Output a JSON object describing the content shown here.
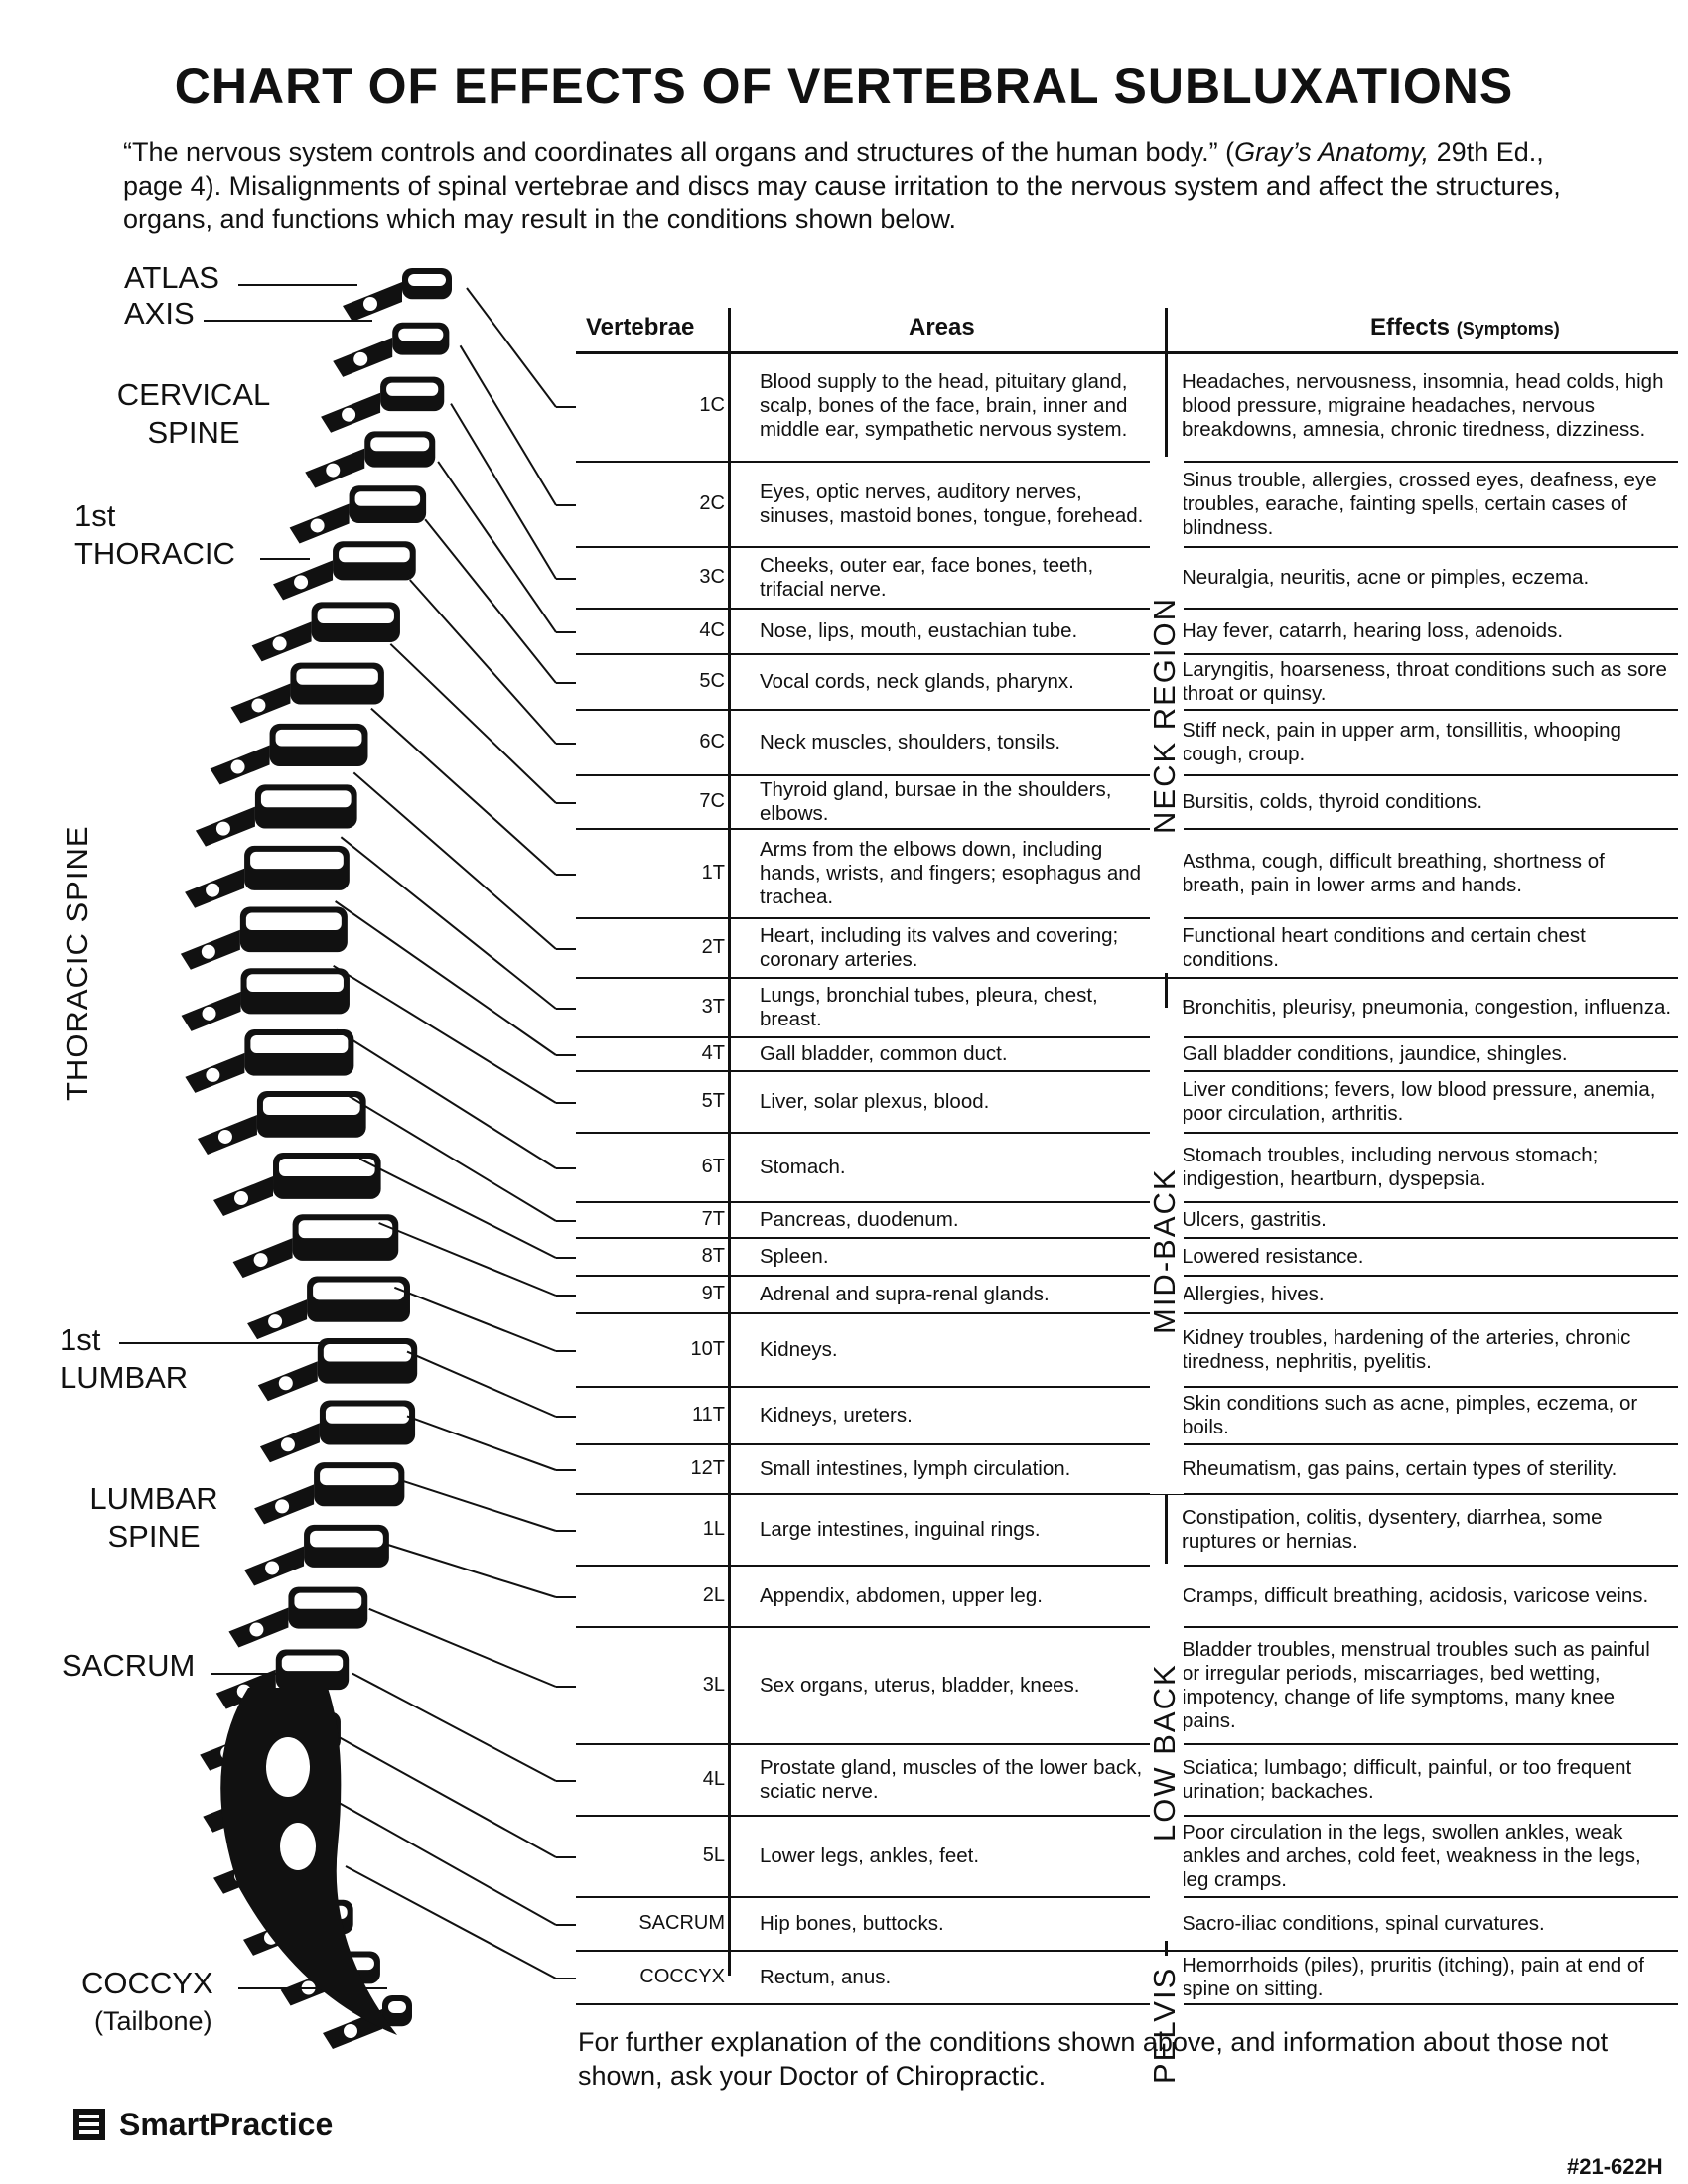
{
  "title": "CHART OF EFFECTS OF VERTEBRAL SUBLUXATIONS",
  "intro": {
    "quote": "“The nervous system controls and coordinates all organs and structures of the human body.”",
    "ref_open": " (",
    "ref_book": "Gray’s Anatomy,",
    "ref_rest": " 29th Ed., page 4). Misalignments of spinal vertebrae and discs may cause irritation to the nervous system and affect the structures, organs, and functions which may result in the conditions shown below."
  },
  "spine_labels": {
    "atlas": "ATLAS",
    "axis": "AXIS",
    "cervical_1": "CERVICAL",
    "cervical_2": "SPINE",
    "first_thoracic_1": "1st",
    "first_thoracic_2": "THORACIC",
    "thoracic_spine": "THORACIC SPINE",
    "first_lumbar_1": "1st",
    "first_lumbar_2": "LUMBAR",
    "lumbar_1": "LUMBAR",
    "lumbar_2": "SPINE",
    "sacrum": "SACRUM",
    "coccyx": "COCCYX",
    "tailbone": "(Tailbone)"
  },
  "table": {
    "headers": {
      "vertebrae": "Vertebrae",
      "areas": "Areas",
      "effects": "Effects",
      "effects_sub": "(Symptoms)"
    },
    "regions": {
      "neck": "NECK REGION",
      "mid": "MID-BACK",
      "low": "LOW BACK",
      "pelvis": "PELVIS"
    },
    "rows": [
      {
        "v": "1C",
        "area": "Blood supply to the head, pituitary gland, scalp, bones of the face, brain, inner and middle ear, sympathetic nervous system.",
        "effect": "Headaches, nervousness, insomnia, head colds, high blood pressure, migraine headaches, nervous breakdowns, amnesia, chronic tiredness, dizziness."
      },
      {
        "v": "2C",
        "area": "Eyes, optic nerves, auditory nerves, sinuses, mastoid bones, tongue, forehead.",
        "effect": "Sinus trouble, allergies, crossed eyes, deafness, eye troubles, earache, fainting spells, certain cases of blindness."
      },
      {
        "v": "3C",
        "area": "Cheeks, outer ear, face bones, teeth, trifacial nerve.",
        "effect": "Neuralgia, neuritis, acne or pimples, eczema."
      },
      {
        "v": "4C",
        "area": "Nose, lips, mouth, eustachian tube.",
        "effect": "Hay fever, catarrh, hearing loss, adenoids."
      },
      {
        "v": "5C",
        "area": "Vocal cords, neck glands, pharynx.",
        "effect": "Laryngitis, hoarseness, throat conditions such as sore throat or quinsy."
      },
      {
        "v": "6C",
        "area": "Neck muscles, shoulders, tonsils.",
        "effect": "Stiff neck, pain in upper arm, tonsillitis, whooping cough, croup."
      },
      {
        "v": "7C",
        "area": "Thyroid gland, bursae in the shoulders, elbows.",
        "effect": "Bursitis, colds, thyroid conditions."
      },
      {
        "v": "1T",
        "area": "Arms from the elbows down, including hands, wrists, and fingers; esophagus and trachea.",
        "effect": "Asthma, cough, difficult breathing, shortness of breath, pain in lower arms and hands."
      },
      {
        "v": "2T",
        "area": "Heart, including its valves and covering; coronary arteries.",
        "effect": "Functional heart conditions and certain chest conditions."
      },
      {
        "v": "3T",
        "area": "Lungs, bronchial tubes, pleura, chest, breast.",
        "effect": "Bronchitis, pleurisy, pneumonia, congestion, influenza."
      },
      {
        "v": "4T",
        "area": "Gall bladder, common duct.",
        "effect": "Gall bladder conditions, jaundice, shingles."
      },
      {
        "v": "5T",
        "area": "Liver, solar plexus, blood.",
        "effect": "Liver conditions; fevers, low blood pressure, anemia, poor circulation, arthritis."
      },
      {
        "v": "6T",
        "area": "Stomach.",
        "effect": "Stomach troubles, including nervous stomach; indigestion, heartburn, dyspepsia."
      },
      {
        "v": "7T",
        "area": "Pancreas, duodenum.",
        "effect": "Ulcers, gastritis."
      },
      {
        "v": "8T",
        "area": "Spleen.",
        "effect": "Lowered resistance."
      },
      {
        "v": "9T",
        "area": "Adrenal and supra-renal glands.",
        "effect": "Allergies, hives."
      },
      {
        "v": "10T",
        "area": "Kidneys.",
        "effect": "Kidney troubles, hardening of the arteries, chronic tiredness, nephritis, pyelitis."
      },
      {
        "v": "11T",
        "area": "Kidneys, ureters.",
        "effect": "Skin conditions such as acne, pimples, eczema, or boils."
      },
      {
        "v": "12T",
        "area": "Small intestines, lymph circulation.",
        "effect": "Rheumatism, gas pains, certain types of sterility."
      },
      {
        "v": "1L",
        "area": "Large intestines, inguinal rings.",
        "effect": "Constipation, colitis, dysentery, diarrhea, some ruptures or hernias."
      },
      {
        "v": "2L",
        "area": "Appendix, abdomen, upper leg.",
        "effect": "Cramps, difficult breathing, acidosis, varicose veins."
      },
      {
        "v": "3L",
        "area": "Sex organs, uterus, bladder, knees.",
        "effect": "Bladder troubles, menstrual troubles such as painful or irregular periods, miscarriages, bed wetting, impotency, change of life symptoms, many knee pains."
      },
      {
        "v": "4L",
        "area": "Prostate gland, muscles of the lower back, sciatic nerve.",
        "effect": "Sciatica; lumbago; difficult, painful, or too frequent urination; backaches."
      },
      {
        "v": "5L",
        "area": "Lower legs, ankles, feet.",
        "effect": "Poor circulation in the legs, swollen ankles, weak ankles and arches, cold feet, weakness in the legs, leg cramps."
      },
      {
        "v": "SACRUM",
        "area": "Hip bones, buttocks.",
        "effect": "Sacro-iliac conditions, spinal curvatures."
      },
      {
        "v": "COCCYX",
        "area": "Rectum, anus.",
        "effect": "Hemorrhoids (piles), pruritis (itching), pain at end of spine on sitting."
      }
    ]
  },
  "footer": "For further explanation of the conditions shown above, and information about those not shown, ask your Doctor of Chiropractic.",
  "brand": "SmartPractice",
  "code": "#21-622H"
}
